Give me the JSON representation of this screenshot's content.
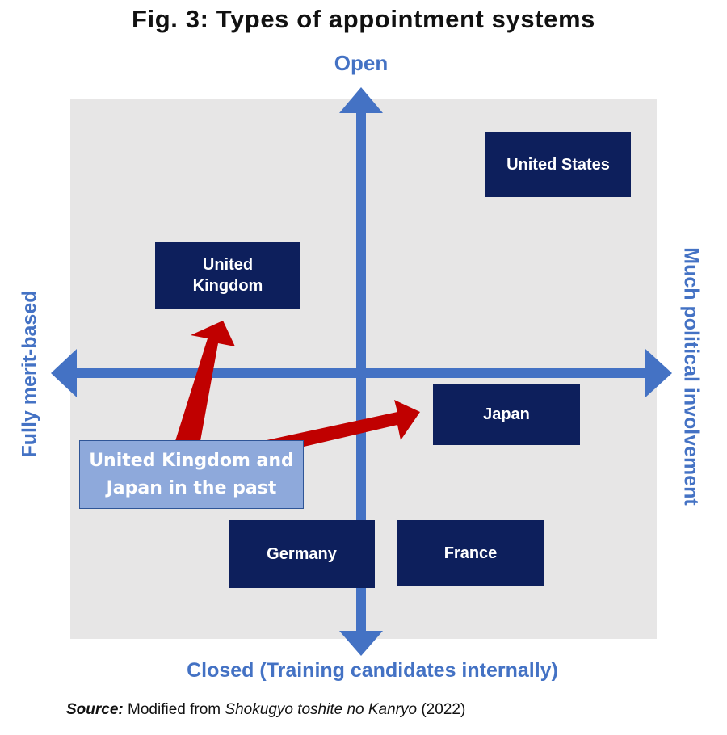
{
  "title": "Fig. 3: Types of appointment systems",
  "axes": {
    "top": "Open",
    "bottom": "Closed (Training candidates internally)",
    "left": "Fully merit-based",
    "right": "Much political involvement"
  },
  "boxes": {
    "united_states": "United States",
    "united_kingdom": "United\nKingdom",
    "japan": "Japan",
    "germany": "Germany",
    "france": "France"
  },
  "past_box": "United Kingdom and\nJapan in the past",
  "source": {
    "prefix": "Source",
    "colon": ": ",
    "text_before": "Modified from ",
    "book_title": "Shokugyo toshite no Kanryo",
    "text_after": " (2022)"
  },
  "colors": {
    "background_panel": "#E7E6E6",
    "axis_blue": "#4472C4",
    "box_navy": "#0D1F5C",
    "arrow_red": "#C00000",
    "past_box_fill": "#8EA9DB"
  }
}
